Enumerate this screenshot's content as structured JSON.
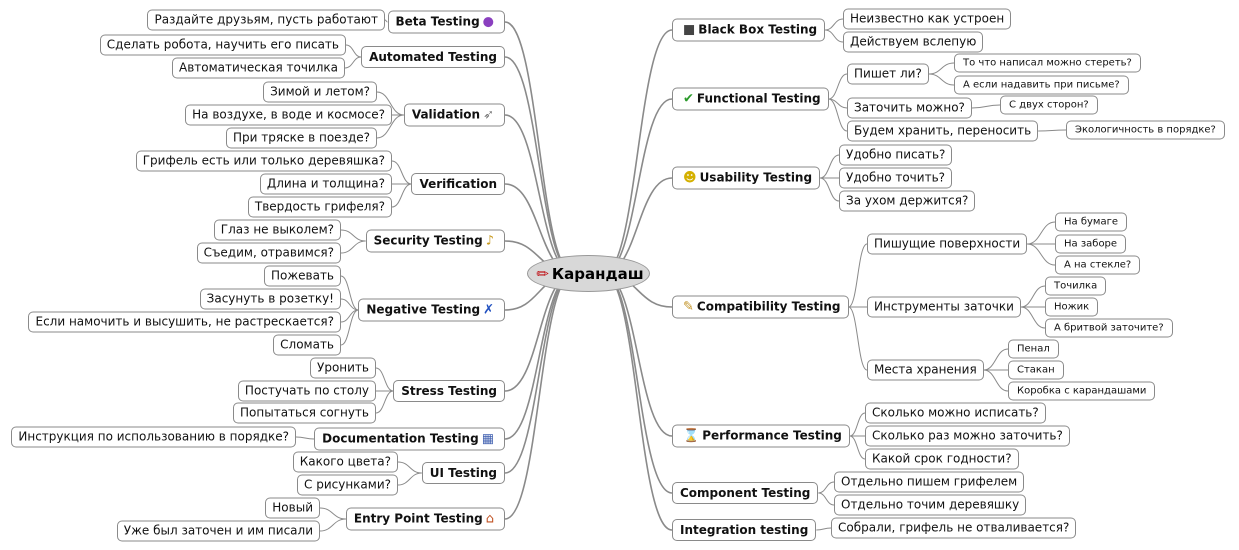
{
  "center": {
    "label": "Карандаш",
    "icon": "red-pencil-icon"
  },
  "colors": {
    "center_fill": "#d8d8d8",
    "border": "#8a8a8a",
    "line": "#8a8a8a"
  },
  "left": [
    {
      "label": "Beta Testing",
      "icon": "people-icon",
      "children": [
        {
          "label": "Раздайте друзьям, пусть работают"
        }
      ]
    },
    {
      "label": "Automated Testing",
      "children": [
        {
          "label": "Сделать робота, научить его писать"
        },
        {
          "label": "Автоматическая точилка"
        }
      ]
    },
    {
      "label": "Validation",
      "icon": "rocket-icon",
      "children": [
        {
          "label": "Зимой и летом?"
        },
        {
          "label": "На воздухе, в воде и космосе?"
        },
        {
          "label": "При тряске в поезде?"
        }
      ]
    },
    {
      "label": "Verification",
      "children": [
        {
          "label": "Грифель есть или только деревяшка?"
        },
        {
          "label": "Длина и толщина?"
        },
        {
          "label": "Твердость грифеля?"
        }
      ]
    },
    {
      "label": "Security Testing",
      "icon": "horn-icon",
      "children": [
        {
          "label": "Глаз не выколем?"
        },
        {
          "label": "Съедим, отравимся?"
        }
      ]
    },
    {
      "label": "Negative Testing",
      "icon": "running-man-icon",
      "children": [
        {
          "label": "Пожевать"
        },
        {
          "label": "Засунуть в розетку!"
        },
        {
          "label": "Если намочить и высушить, не растрескается?"
        },
        {
          "label": "Сломать"
        }
      ]
    },
    {
      "label": "Stress Testing",
      "children": [
        {
          "label": "Уронить"
        },
        {
          "label": "Постучать по столу"
        },
        {
          "label": "Попытаться согнуть"
        }
      ]
    },
    {
      "label": "Documentation Testing",
      "icon": "document-icon",
      "children": [
        {
          "label": "Инструкция по использованию в порядке?"
        }
      ]
    },
    {
      "label": "UI Testing",
      "children": [
        {
          "label": "Какого цвета?"
        },
        {
          "label": "С рисунками?"
        }
      ]
    },
    {
      "label": "Entry Point Testing",
      "icon": "house-icon",
      "children": [
        {
          "label": "Новый"
        },
        {
          "label": "Уже был заточен и им писали"
        }
      ]
    }
  ],
  "right": [
    {
      "label": "Black Box Testing",
      "icon": "black-box-icon",
      "children": [
        {
          "label": "Неизвестно как устроен"
        },
        {
          "label": "Действуем вслепую"
        }
      ]
    },
    {
      "label": "Functional Testing",
      "icon": "checkmark-icon",
      "children": [
        {
          "label": "Пишет ли?",
          "children": [
            {
              "label": "То что написал можно стереть?"
            },
            {
              "label": "А если надавить при письме?"
            }
          ]
        },
        {
          "label": "Заточить можно?",
          "children": [
            {
              "label": "С двух сторон?"
            }
          ]
        },
        {
          "label": "Будем хранить, переносить",
          "children": [
            {
              "label": "Экологичность в порядке?"
            }
          ]
        }
      ]
    },
    {
      "label": "Usability Testing",
      "icon": "smiley-icon",
      "children": [
        {
          "label": "Удобно писать?"
        },
        {
          "label": "Удобно точить?"
        },
        {
          "label": "За ухом держится?"
        }
      ]
    },
    {
      "label": "Compatibility Testing",
      "icon": "notepad-pencil-icon",
      "children": [
        {
          "label": "Пишущие поверхности",
          "children": [
            {
              "label": "На бумаге"
            },
            {
              "label": "На заборе"
            },
            {
              "label": "А на стекле?"
            }
          ]
        },
        {
          "label": "Инструменты заточки",
          "children": [
            {
              "label": "Точилка"
            },
            {
              "label": "Ножик"
            },
            {
              "label": "А бритвой заточите?"
            }
          ]
        },
        {
          "label": "Места хранения",
          "children": [
            {
              "label": "Пенал"
            },
            {
              "label": "Стакан"
            },
            {
              "label": "Коробка с карандашами"
            }
          ]
        }
      ]
    },
    {
      "label": "Performance Testing",
      "icon": "hourglass-icon",
      "children": [
        {
          "label": "Сколько можно исписать?"
        },
        {
          "label": "Сколько раз можно заточить?"
        },
        {
          "label": "Какой срок годности?"
        }
      ]
    },
    {
      "label": "Component Testing",
      "children": [
        {
          "label": "Отдельно пишем грифелем"
        },
        {
          "label": "Отдельно точим деревяшку"
        }
      ]
    },
    {
      "label": "Integration testing",
      "children": [
        {
          "label": "Собрали, грифель не отваливается?"
        }
      ]
    }
  ]
}
